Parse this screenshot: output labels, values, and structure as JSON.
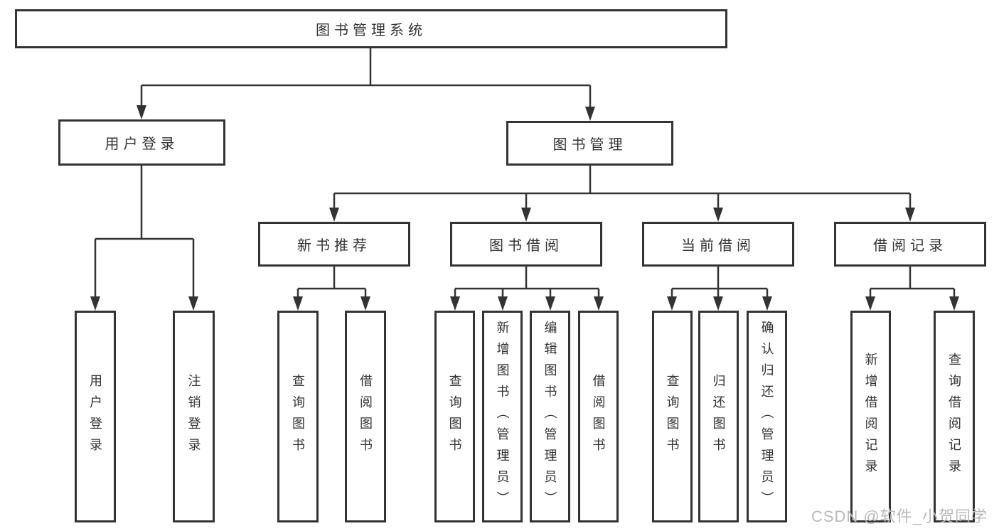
{
  "colors": {
    "line": "#333333",
    "box_border": "#333333",
    "text": "#333333",
    "background": "#ffffff",
    "watermark": "#b9b9b9"
  },
  "tree": {
    "root": {
      "label": "图书管理系统"
    },
    "left": {
      "label": "用户登录",
      "children": [
        {
          "label": "用户登录"
        },
        {
          "label": "注销登录"
        }
      ]
    },
    "right": {
      "label": "图书管理",
      "groups": [
        {
          "label": "新书推荐",
          "children": [
            {
              "label": "查询图书"
            },
            {
              "label": "借阅图书"
            }
          ]
        },
        {
          "label": "图书借阅",
          "children": [
            {
              "label": "查询图书"
            },
            {
              "label": "新增图书（管理员）"
            },
            {
              "label": "编辑图书（管理员）"
            },
            {
              "label": "借阅图书"
            }
          ]
        },
        {
          "label": "当前借阅",
          "children": [
            {
              "label": "查询图书"
            },
            {
              "label": "归还图书"
            },
            {
              "label": "确认归还（管理员）"
            }
          ]
        },
        {
          "label": "借阅记录",
          "children": [
            {
              "label": "新增借阅记录"
            },
            {
              "label": "查询借阅记录"
            }
          ]
        }
      ]
    }
  },
  "watermark": {
    "text": "CSDN @软件_小贺同学"
  }
}
